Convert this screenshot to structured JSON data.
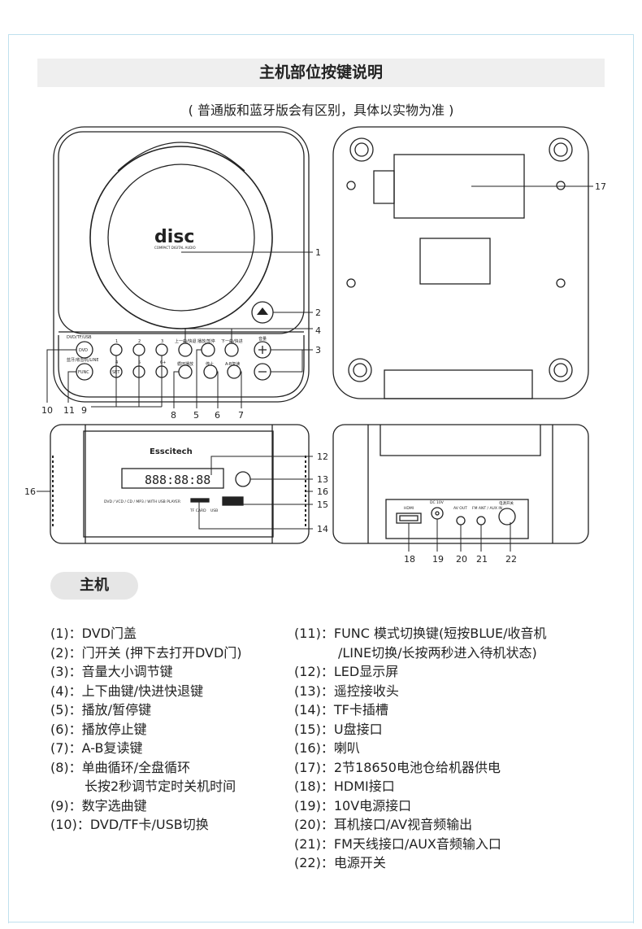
{
  "title": "主机部位按键说明",
  "subtitle": "( 普通版和蓝牙版会有区别，具体以实物为准 )",
  "section_label": "主机",
  "diagram": {
    "disc_logo": "disc",
    "disc_logo_sub": "COMPACT DIGITAL AUDIO",
    "brand": "Esscitech",
    "display": "888:88:88",
    "front_caption": "DVD / VCD / CD / MP3 / WITH USB PLAYER",
    "tf_card": "TF CARD",
    "usb": "USB",
    "btn_labels": {
      "dvd_tf_usb": "DVD/TF/USB",
      "dvd": "DVD",
      "func_top": "蓝牙/收音机/LINE",
      "func": "FUNC",
      "n1": "1",
      "n2": "2",
      "n3": "3",
      "n4": "4",
      "n5": "5",
      "n6": "6+",
      "set": "SET",
      "prev": "上一曲/快退",
      "play": "播放/暂停",
      "next": "下一曲/快进",
      "vol": "音量",
      "loop": "循环播放",
      "stop": "停止",
      "ab": "A-B复读"
    },
    "rear_labels": {
      "hdmi": "HDMI",
      "dc": "DC 10V",
      "av": "AV OUT",
      "fm": "FM ANT / AUX IN",
      "power": "电源开关"
    },
    "callouts": [
      "1",
      "2",
      "3",
      "4",
      "5",
      "6",
      "7",
      "8",
      "9",
      "10",
      "11",
      "12",
      "13",
      "14",
      "15",
      "16",
      "17",
      "18",
      "19",
      "20",
      "21",
      "22"
    ]
  },
  "left_list": [
    {
      "n": "(1)：",
      "t": "DVD门盖"
    },
    {
      "n": "(2)：",
      "t": "门开关 (押下去打开DVD门)"
    },
    {
      "n": "(3)：",
      "t": "音量大小调节键"
    },
    {
      "n": "(4)：",
      "t": "上下曲键/快进快退键"
    },
    {
      "n": "(5)：",
      "t": "播放/暂停键"
    },
    {
      "n": "(6)：",
      "t": "播放停止键"
    },
    {
      "n": "(7)：",
      "t": "A-B复读键"
    },
    {
      "n": "(8)：",
      "t": "单曲循环/全盘循环"
    },
    {
      "n": "",
      "t": "长按2秒调节定时关机时间"
    },
    {
      "n": "(9)：",
      "t": "数字选曲键"
    },
    {
      "n": "(10)：",
      "t": "DVD/TF卡/USB切换"
    }
  ],
  "right_list": [
    {
      "n": "(11)：",
      "t": "FUNC 模式切换键(短按BLUE/收音机"
    },
    {
      "n": "",
      "t": "/LINE切换/长按两秒进入待机状态)"
    },
    {
      "n": "(12)：",
      "t": "LED显示屏"
    },
    {
      "n": "(13)：",
      "t": "遥控接收头"
    },
    {
      "n": "(14)：",
      "t": "TF卡插槽"
    },
    {
      "n": "(15)：",
      "t": "U盘接口"
    },
    {
      "n": "(16)：",
      "t": "喇叭"
    },
    {
      "n": "(17)：",
      "t": "2节18650电池仓给机器供电"
    },
    {
      "n": "(18)：",
      "t": "HDMI接口"
    },
    {
      "n": "(19)：",
      "t": "10V电源接口"
    },
    {
      "n": "(20)：",
      "t": "耳机接口/AV视音频输出"
    },
    {
      "n": "(21)：",
      "t": "FM天线接口/AUX音频输入口"
    },
    {
      "n": "(22)：",
      "t": "电源开关"
    }
  ]
}
